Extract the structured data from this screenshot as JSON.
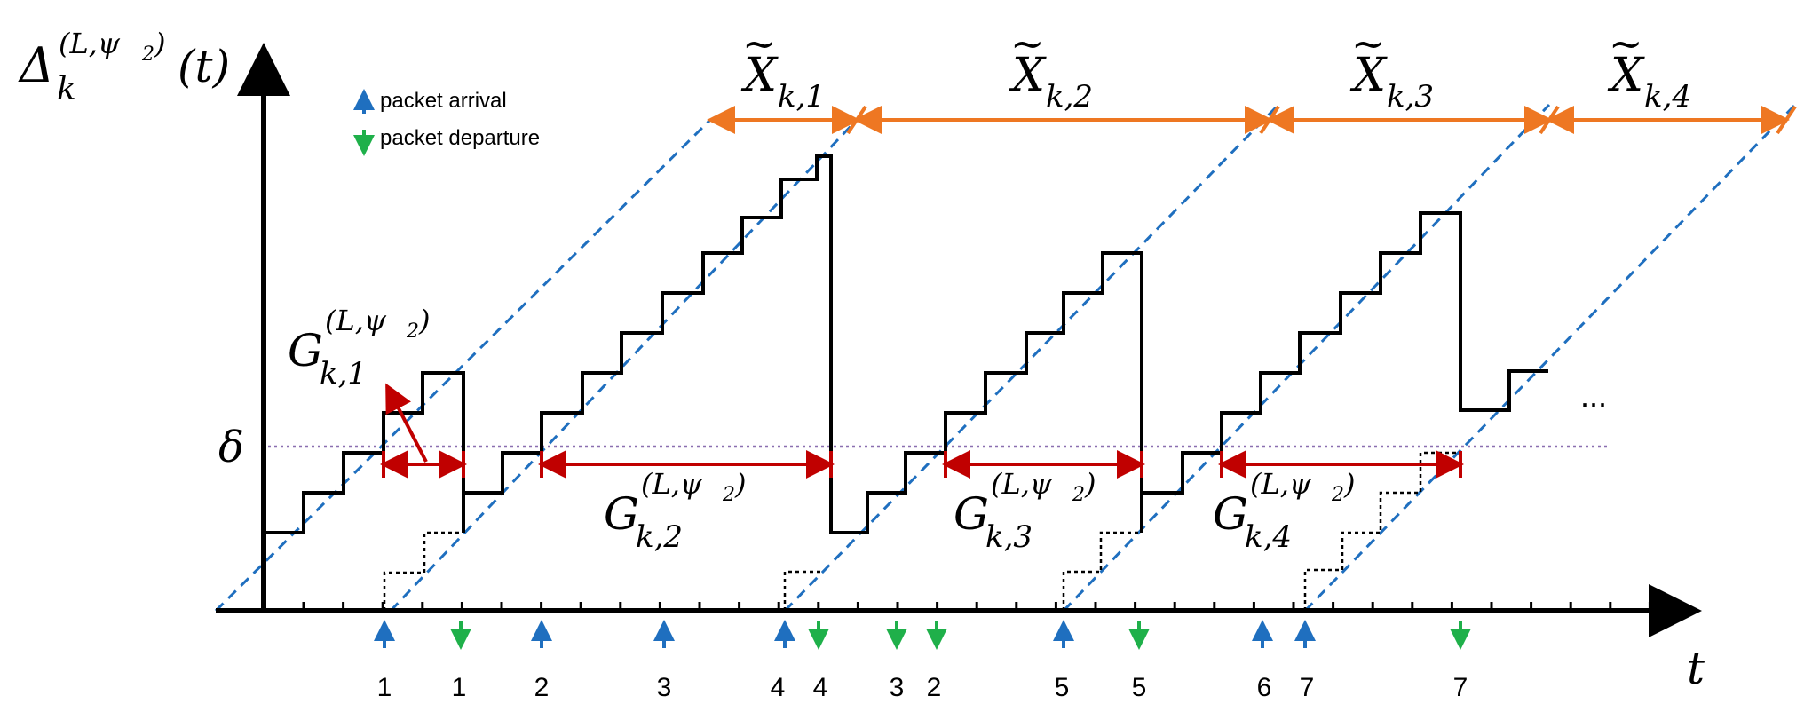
{
  "y_axis_label": {
    "base": "Δ",
    "sub": "k",
    "sup": "(L,ψ",
    "sup_sub": "2",
    "sup_close": ")",
    "arg": "(t)"
  },
  "x_axis_label": "t",
  "threshold_label": "δ",
  "ellipsis": "...",
  "legend": {
    "arrival": {
      "label": "packet arrival",
      "color": "#1f6fbf"
    },
    "departure": {
      "label": "packet departure",
      "color": "#1fb04a"
    }
  },
  "arrival_labels": [
    "1",
    "2",
    "3",
    "4",
    "5",
    "6",
    "7"
  ],
  "departure_labels": [
    "1",
    "4",
    "3",
    "2",
    "5",
    "7"
  ],
  "x_intervals": [
    {
      "base": "X",
      "sub": "k,1"
    },
    {
      "base": "X",
      "sub": "k,2"
    },
    {
      "base": "X",
      "sub": "k,3"
    },
    {
      "base": "X",
      "sub": "k,4"
    }
  ],
  "g_intervals": [
    {
      "base": "G",
      "sub": "k,1",
      "sup": "(L,ψ",
      "sup_sub": "2",
      "sup_close": ")"
    },
    {
      "base": "G",
      "sub": "k,2",
      "sup": "(L,ψ",
      "sup_sub": "2",
      "sup_close": ")"
    },
    {
      "base": "G",
      "sub": "k,3",
      "sup": "(L,ψ",
      "sup_sub": "2",
      "sup_close": ")"
    },
    {
      "base": "G",
      "sub": "k,4",
      "sup": "(L,ψ",
      "sup_sub": "2",
      "sup_close": ")"
    }
  ],
  "colors": {
    "axis": "#000000",
    "staircase": "#000000",
    "dashed_lines": "#1f6fbf",
    "x_intervals": "#ee7722",
    "g_intervals": "#c00000",
    "threshold": "#8a6fb0"
  }
}
